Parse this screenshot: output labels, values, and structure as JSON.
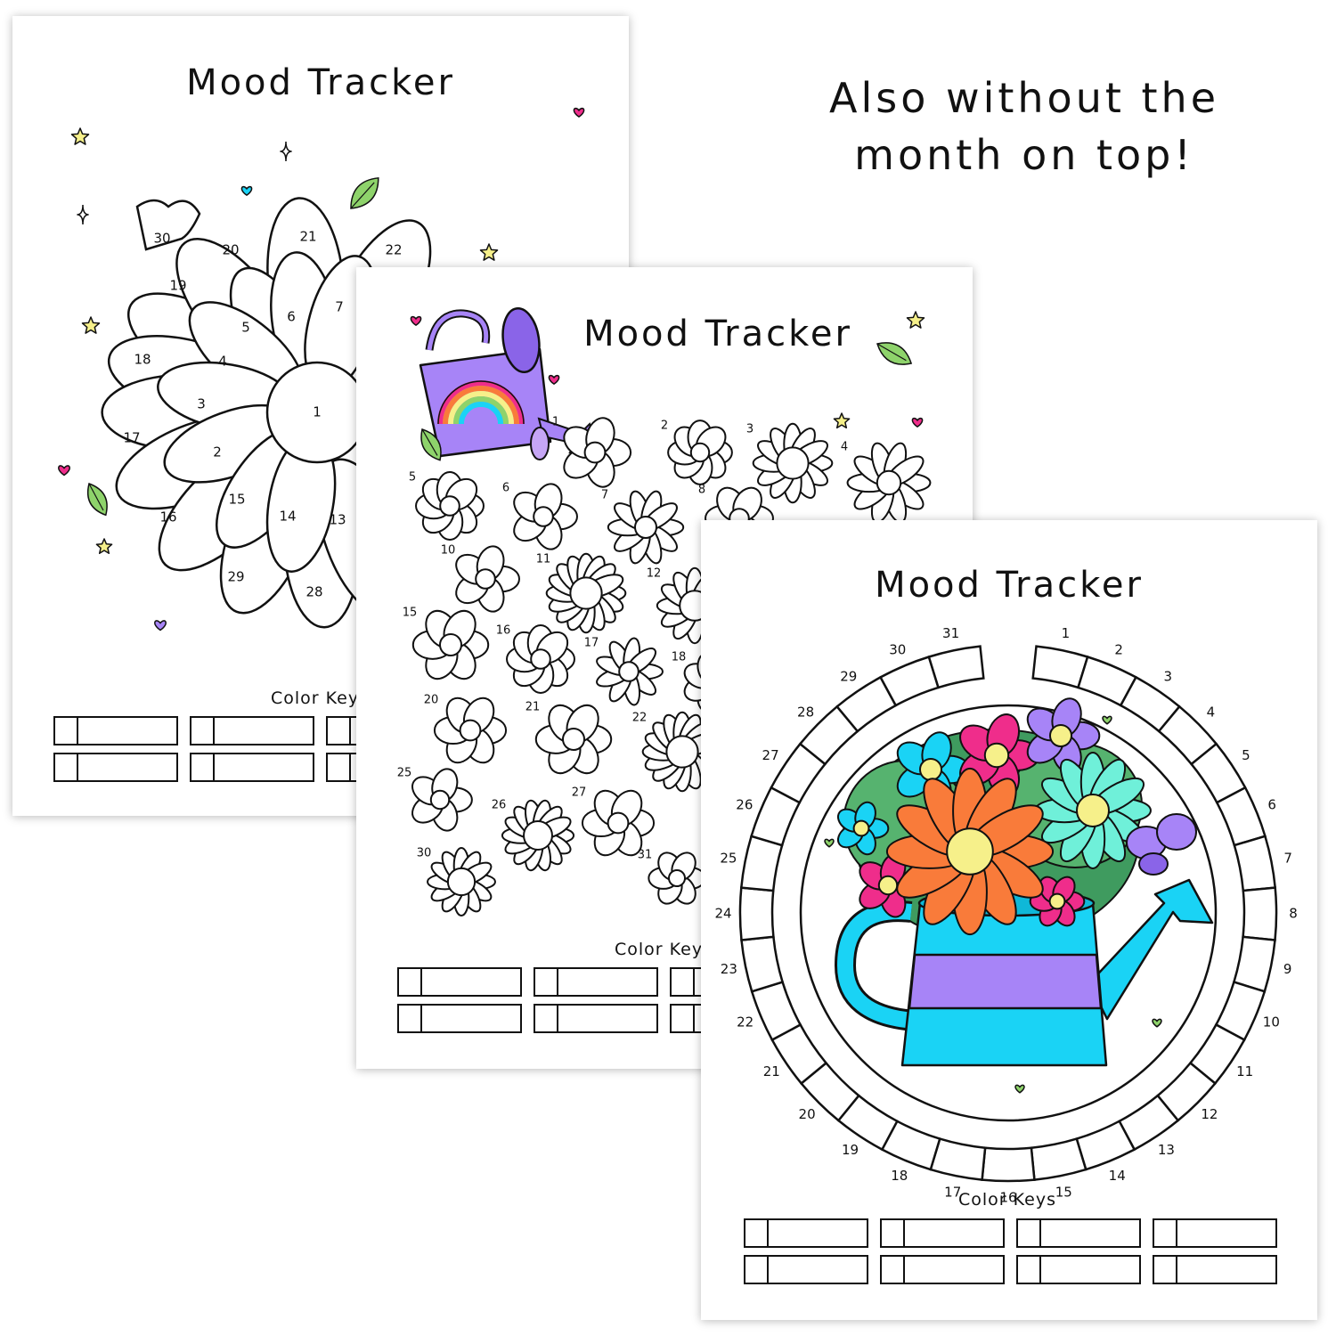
{
  "note": {
    "line1": "Also without the",
    "line2": "month on top!"
  },
  "sheets": [
    {
      "title": "Mood Tracker",
      "design": "single flower with numbered petals",
      "petal_numbers": [
        "30",
        "20",
        "21",
        "22",
        "19",
        "6",
        "7",
        "5",
        "18",
        "4",
        "3",
        "1",
        "17",
        "2",
        "16",
        "15",
        "14",
        "13",
        "29",
        "28"
      ],
      "color_keys_label": "Color Keys"
    },
    {
      "title": "Mood Tracker",
      "design": "field of numbered flowers with watering can",
      "flower_numbers": [
        "1",
        "2",
        "3",
        "4",
        "5",
        "6",
        "7",
        "8",
        "10",
        "11",
        "12",
        "15",
        "16",
        "17",
        "18",
        "20",
        "21",
        "22",
        "25",
        "26",
        "27",
        "30",
        "31"
      ],
      "color_keys_label": "Color Keys"
    },
    {
      "title": "Mood Tracker",
      "design": "circular ring of day boxes around flower watering can",
      "day_numbers": [
        "1",
        "2",
        "3",
        "4",
        "5",
        "6",
        "7",
        "8",
        "9",
        "10",
        "11",
        "12",
        "13",
        "14",
        "15",
        "16",
        "17",
        "18",
        "19",
        "20",
        "21",
        "22",
        "23",
        "24",
        "25",
        "26",
        "27",
        "28",
        "29",
        "30",
        "31"
      ],
      "color_keys_label": "Color Keys"
    }
  ],
  "colors": {
    "pink": "#ef2d8b",
    "cyan": "#1ad3f5",
    "purple": "#a784f7",
    "green": "#8ed36b",
    "yellow": "#f6f08a",
    "orange": "#f97b3a",
    "dark_green": "#3f9b5f"
  }
}
